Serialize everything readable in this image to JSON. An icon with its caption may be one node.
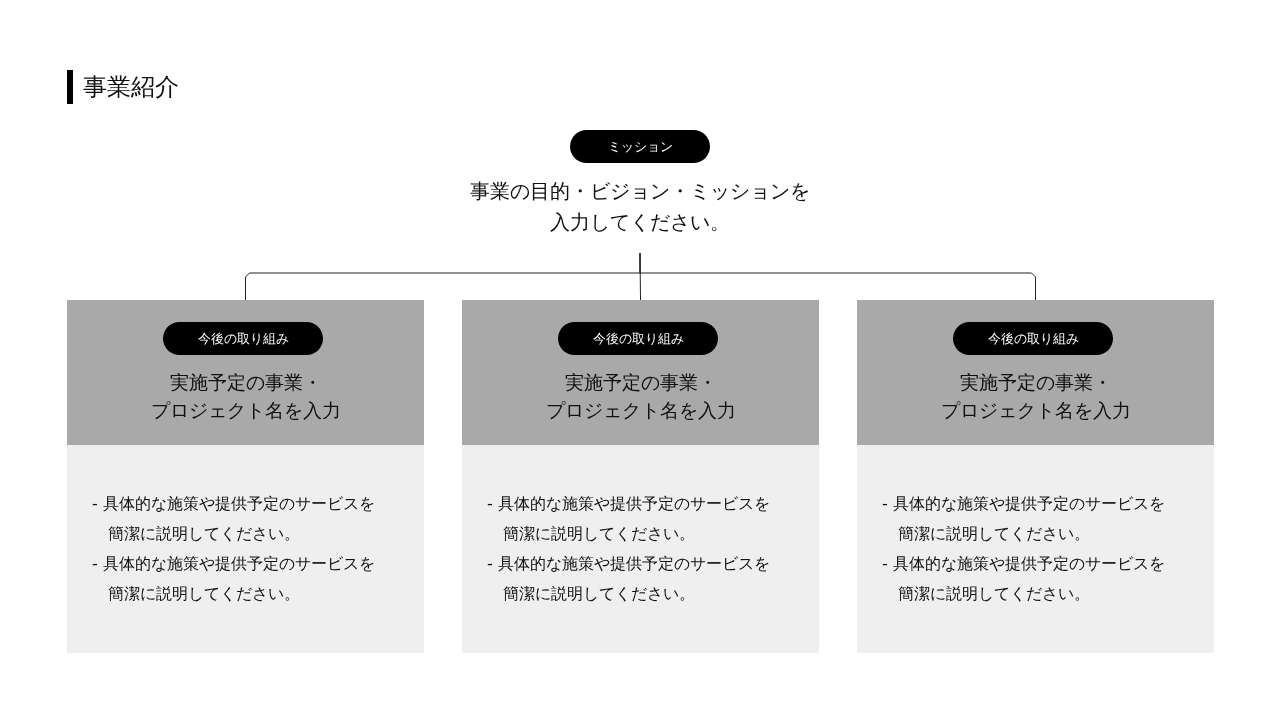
{
  "diagram": {
    "title": "事業紹介",
    "nodes": [
      {
        "text": [
          "ミッション"
        ]
      },
      {
        "text": [
          "事業の目的・ビジョン・ミッションを入力してください。"
        ]
      },
      {
        "text": [
          "実施予定の事業・プロジェクト名を入力"
        ]
      },
      {
        "text": [
          "今後の取り組み"
        ],
        "in": 2
      },
      {
        "text": [
          "- 具体的な施策や提供予定のサービスを簡潔に説明してください。",
          "- 具体的な施策や提供予定のサービスを簡潔に説明してください。"
        ]
      },
      {
        "text": [
          "実施予定の事業・プロジェクト名を入力"
        ]
      },
      {
        "text": [
          "今後の取り組み"
        ],
        "in": 5
      },
      {
        "text": [
          "- 具体的な施策や提供予定のサービスを簡潔に説明してください。",
          "- 具体的な施策や提供予定のサービスを簡潔に説明してください。"
        ]
      },
      {
        "text": [
          "実施予定の事業・プロジェクト名を入力"
        ]
      },
      {
        "text": [
          "今後の取り組み"
        ],
        "in": 8
      },
      {
        "text": [
          "- 具体的な施策や提供予定のサービスを簡潔に説明してください。",
          "- 具体的な施策や提供予定のサービスを簡潔に説明してください。"
        ]
      }
    ],
    "edges": [
      {
        "from": 1,
        "to": 2,
        "arrow": "none"
      },
      {
        "from": 1,
        "to": 5,
        "arrow": "none"
      },
      {
        "from": 1,
        "to": 8,
        "arrow": "none"
      }
    ]
  }
}
